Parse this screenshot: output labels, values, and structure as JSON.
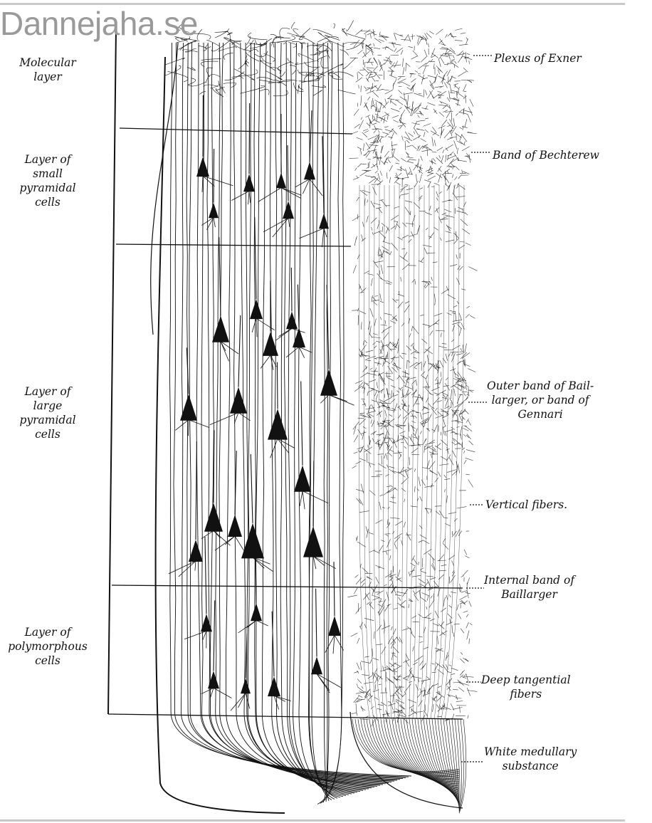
{
  "watermark": "Dannejaha.se",
  "layers": [
    {
      "label": "Molecular\nlayer"
    },
    {
      "label": "Layer of\nsmall\npyramidal\ncells"
    },
    {
      "label": "Layer of\nlarge\npyramidal\ncells"
    },
    {
      "label": "Layer of\npolymorphous\ncells"
    }
  ],
  "annotations": [
    {
      "label": "Plexus of Exner"
    },
    {
      "label": "Band of Bechterew"
    },
    {
      "label": "Outer band of Bail-\nlarger, or band of\nGennari"
    },
    {
      "label": "Vertical fibers."
    },
    {
      "label": "Internal band of\nBaillarger"
    },
    {
      "label": "Deep tangential\nfibers"
    },
    {
      "label": "White medullary\nsubstance"
    }
  ],
  "colors": {
    "ink": "#111111",
    "frame": "#c9c9c9",
    "watermark": "#9a9a9a"
  }
}
